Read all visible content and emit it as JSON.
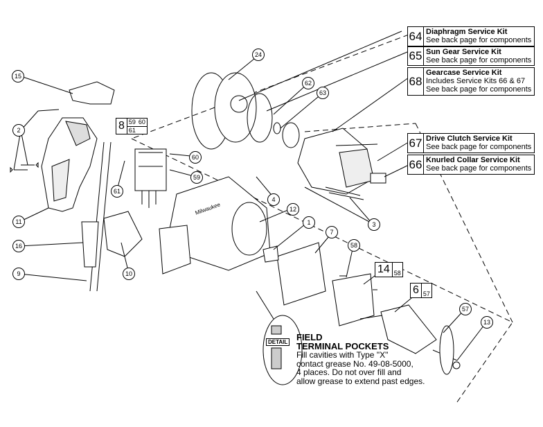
{
  "kits": [
    {
      "number": "64",
      "title": "Diaphragm Service Kit",
      "lines": [
        "See back page for components"
      ]
    },
    {
      "number": "65",
      "title": "Sun Gear Service Kit",
      "lines": [
        "See back page for components"
      ]
    },
    {
      "number": "68",
      "title": "Gearcase Service Kit",
      "lines": [
        "Includes Service Kits 66 & 67",
        "See back page for components"
      ]
    },
    {
      "number": "67",
      "title": "Drive Clutch Service Kit",
      "lines": [
        "See back page for components"
      ]
    },
    {
      "number": "66",
      "title": "Knurled Collar Service Kit",
      "lines": [
        "See back page for components"
      ]
    }
  ],
  "balloons": [
    "15",
    "2",
    "11",
    "16",
    "9",
    "24",
    "62",
    "63",
    "60",
    "61",
    "59",
    "10",
    "4",
    "12",
    "1",
    "7",
    "58",
    "3",
    "13",
    "57"
  ],
  "groups": {
    "g8": {
      "big": "8",
      "cells": [
        "59",
        "60",
        "61"
      ]
    },
    "g14": {
      "big": "14",
      "cells": [
        "58"
      ]
    },
    "g6": {
      "big": "6",
      "cells": [
        "57"
      ]
    }
  },
  "detail": {
    "label": "DETAIL",
    "heading_1": "FIELD",
    "heading_2": "TERMINAL POCKETS",
    "note_1": "Fill cavities with Type \"X\"",
    "note_2": "contact grease No. 49-08-5000,",
    "note_3": "4 places. Do not over fill and",
    "note_4": "allow grease to extend past edges."
  },
  "brand_mark": "Milwaukee"
}
